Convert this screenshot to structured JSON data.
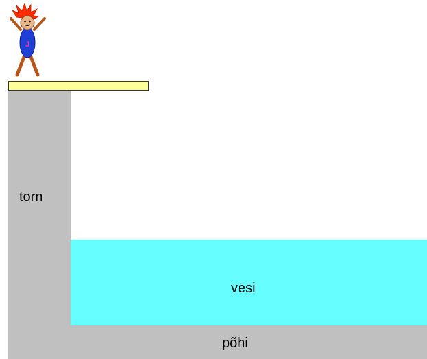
{
  "labels": {
    "tower": "torn",
    "water": "vesi",
    "bottom": "põhi"
  },
  "figure": {
    "jumper_letter": "J"
  },
  "colors": {
    "tower": "#c0c0c0",
    "water": "#66ffff",
    "board": "#ffff99",
    "hair": "#ff2a00",
    "body": "#1f3fd6",
    "limbs": "#b5561b",
    "face": "#e9b486"
  }
}
